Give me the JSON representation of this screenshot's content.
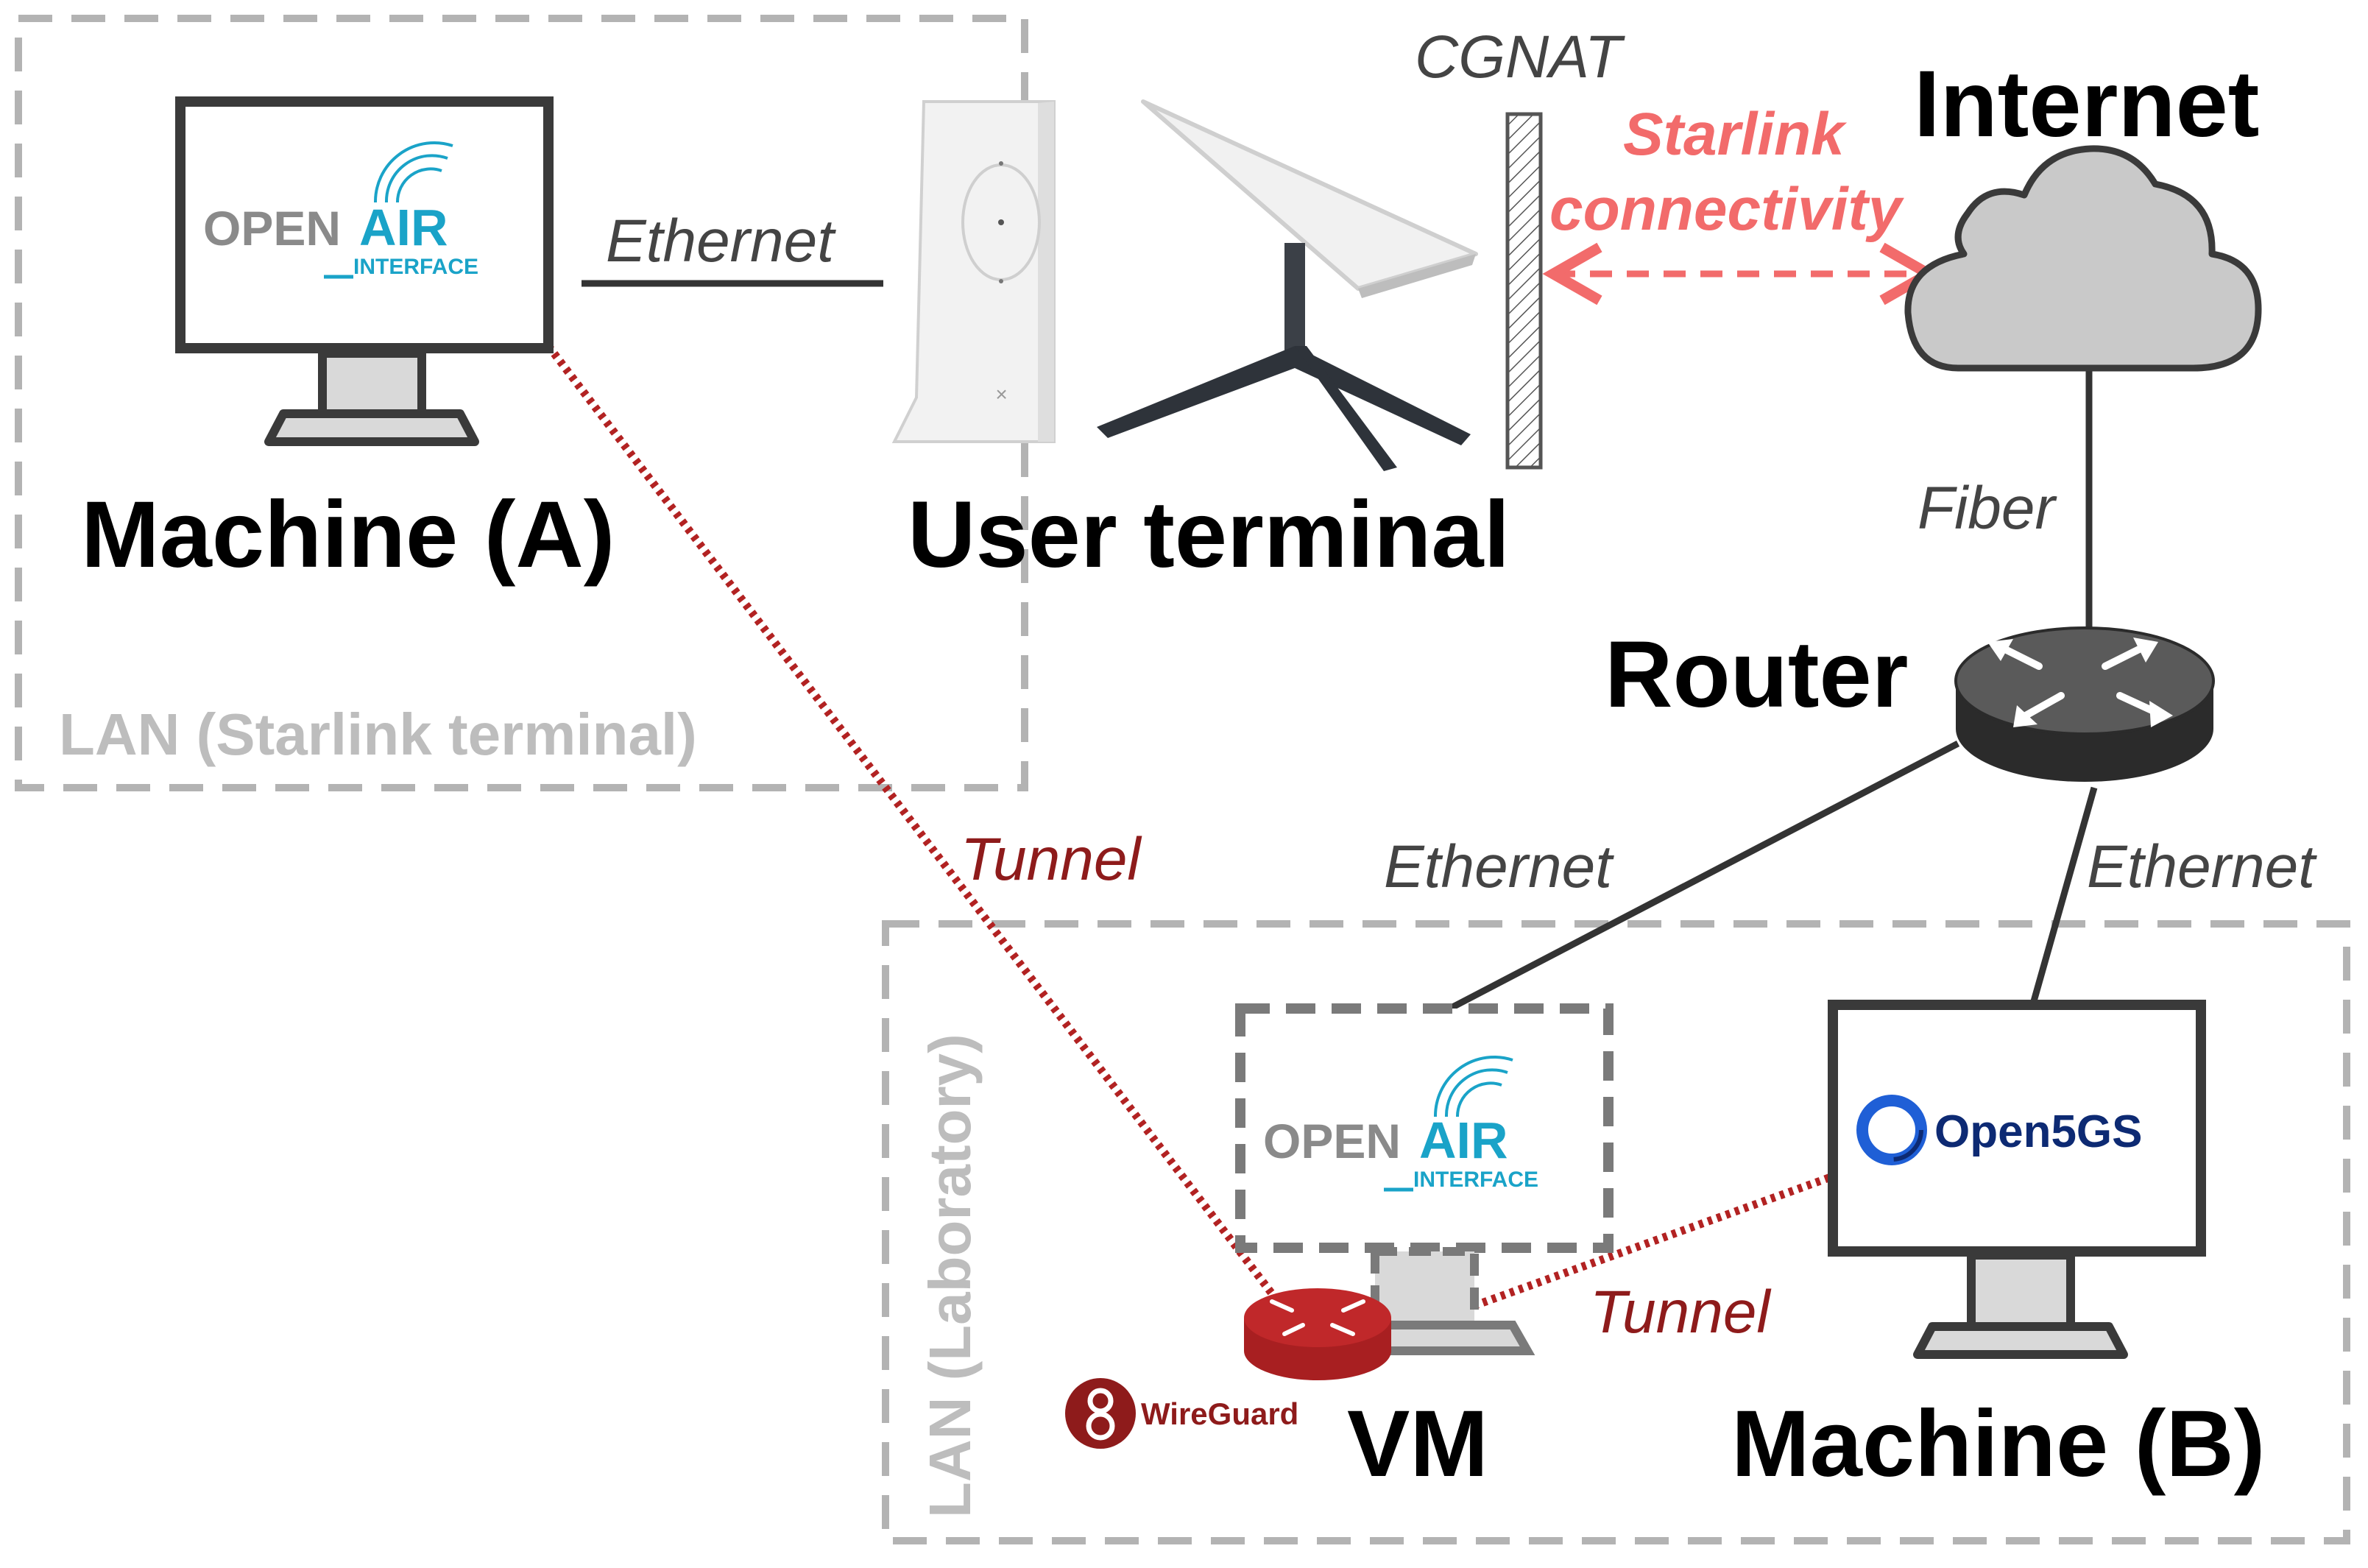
{
  "nodes": {
    "machine_a": "Machine (A)",
    "user_terminal": "User terminal",
    "internet": "Internet",
    "router": "Router",
    "vm": "VM",
    "machine_b": "Machine (B)"
  },
  "links": {
    "ethernet_a": "Ethernet",
    "cgnat": "CGNAT",
    "starlink_line1": "Starlink",
    "starlink_line2": "connectivity",
    "fiber": "Fiber",
    "ethernet_vm": "Ethernet",
    "ethernet_b": "Ethernet",
    "tunnel_a": "Tunnel",
    "tunnel_b": "Tunnel"
  },
  "regions": {
    "lan_starlink": "LAN (Starlink terminal)",
    "lan_lab": "LAN (Laboratory)"
  },
  "logos": {
    "oai_open": "OPEN",
    "oai_air": "AIR",
    "oai_interface": "INTERFACE",
    "open5gs": "Open5GS",
    "wireguard": "WireGuard"
  },
  "colors": {
    "starlink": "#f26b6b",
    "tunnel": "#b22222",
    "lan_border": "#b3b3b3",
    "link": "#333333",
    "cloud": "#c9c9c9",
    "router": "#3d3d3d",
    "wireguard_router": "#c0282a"
  }
}
